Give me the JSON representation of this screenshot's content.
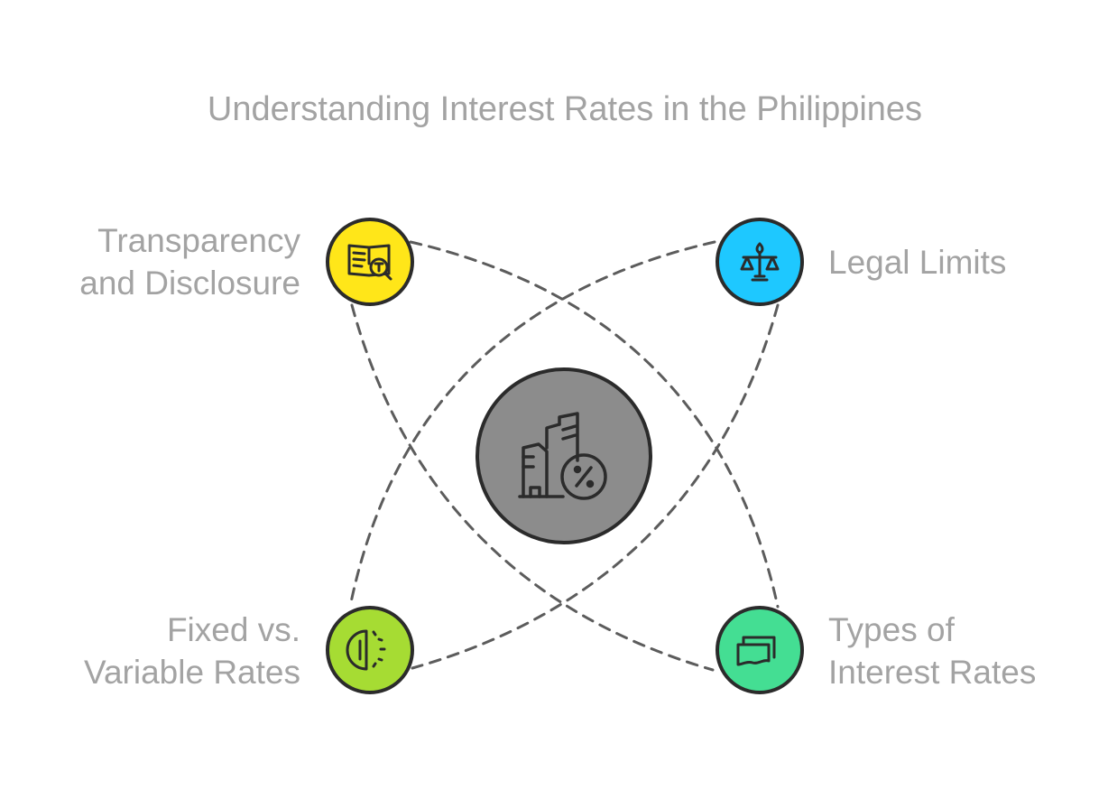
{
  "title": "Understanding Interest Rates in the Philippines",
  "nodes": {
    "top_left": {
      "lines": [
        "Transparency",
        "and Disclosure"
      ],
      "icon": "open-book-search-icon",
      "color": "#ffe619"
    },
    "top_right": {
      "lines": [
        "Legal Limits"
      ],
      "icon": "scales-of-justice-icon",
      "color": "#1ec8ff"
    },
    "bottom_left": {
      "lines": [
        "Fixed vs.",
        "Variable Rates"
      ],
      "icon": "half-dial-icon",
      "color": "#a6dc33"
    },
    "bottom_right": {
      "lines": [
        "Types of",
        "Interest Rates"
      ],
      "icon": "stacked-cards-icon",
      "color": "#44de93"
    },
    "center": {
      "icon": "bank-building-percent-icon",
      "color": "#8c8c8c"
    }
  },
  "colors": {
    "outline": "#2b2b2b",
    "dash": "#5c5c5c",
    "text": "#a3a3a3"
  }
}
